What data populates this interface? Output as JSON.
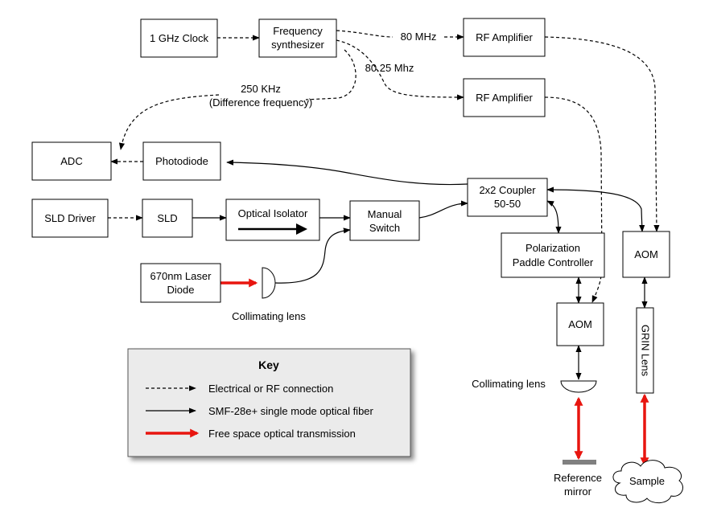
{
  "blocks": {
    "clock": "1 GHz Clock",
    "synth": [
      "Frequency",
      "synthesizer"
    ],
    "rf_amp_1": "RF Amplifier",
    "rf_amp_2": "RF Amplifier",
    "adc": "ADC",
    "photodiode": "Photodiode",
    "sld_driver": "SLD Driver",
    "sld": "SLD",
    "isolator": "Optical Isolator",
    "switch": [
      "Manual",
      "Switch"
    ],
    "coupler": [
      "2x2 Coupler",
      "50-50"
    ],
    "paddle": [
      "Polarization",
      "Paddle Controller"
    ],
    "aom_sample": "AOM",
    "aom_ref": "AOM",
    "grin": "GRIN Lens",
    "laser": [
      "670nm Laser",
      "Diode"
    ],
    "sample": "Sample"
  },
  "labels": {
    "freq_80": "80 MHz",
    "freq_8025": "80.25 Mhz",
    "diff": [
      "250 KHz",
      "(Difference frequency)"
    ],
    "collim_1": "Collimating lens",
    "collim_2": "Collimating lens",
    "mirror": [
      "Reference",
      "mirror"
    ]
  },
  "key": {
    "title": "Key",
    "items": [
      {
        "style": "dashed",
        "label": "Electrical or RF connection"
      },
      {
        "style": "solid",
        "label": "SMF-28e+ single mode optical fiber"
      },
      {
        "style": "red",
        "label": "Free space optical transmission"
      }
    ]
  },
  "colors": {
    "free_space": "#e8150f",
    "mirror": "#808080"
  }
}
